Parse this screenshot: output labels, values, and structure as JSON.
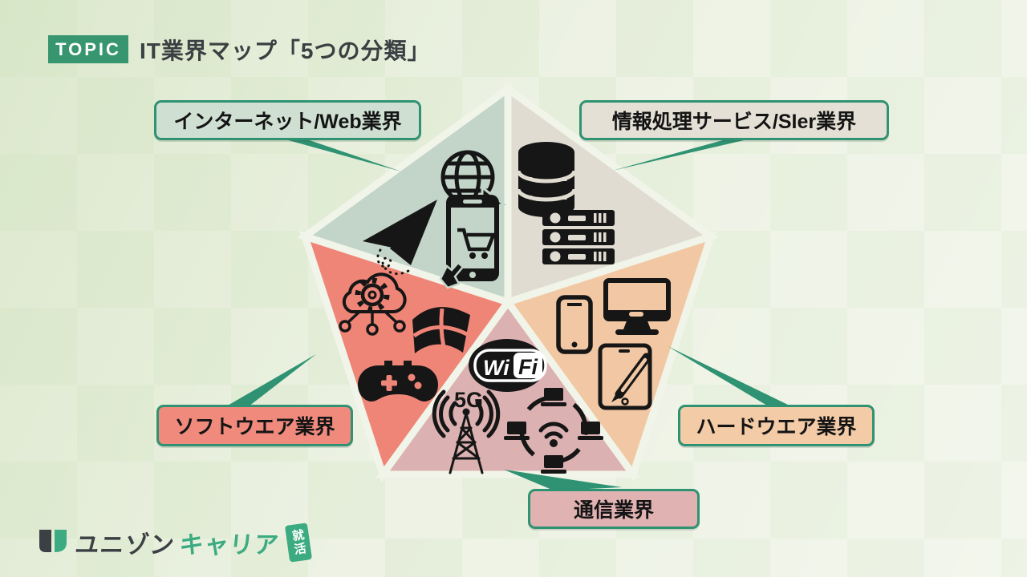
{
  "header": {
    "topic_label": "TOPIC",
    "title": "IT業界マップ「5つの分類」"
  },
  "pentagon": {
    "sectors": [
      {
        "id": "internet",
        "label": "インターネット/Web業界",
        "wedge_color": "#c3d5c9",
        "tag_bg": "#cfe0d3",
        "icons": [
          "globe-cursor",
          "paper-plane",
          "smartphone-shopping"
        ]
      },
      {
        "id": "sier",
        "label": "情報処理サービス/SIer業界",
        "wedge_color": "#e1dcd1",
        "tag_bg": "#e4e0d5",
        "icons": [
          "database",
          "server-rack"
        ]
      },
      {
        "id": "hardware",
        "label": "ハードウエア業界",
        "wedge_color": "#f1c8a3",
        "tag_bg": "#f3cba7",
        "icons": [
          "smartphone",
          "desktop-monitor",
          "tablet-pen"
        ]
      },
      {
        "id": "telecom",
        "label": "通信業界",
        "wedge_color": "#dcb1b1",
        "tag_bg": "#e1b2b2",
        "icons": [
          "wifi-logo",
          "5g-tower",
          "device-network"
        ]
      },
      {
        "id": "software",
        "label": "ソフトウエア業界",
        "wedge_color": "#ef8577",
        "tag_bg": "#ef8a7d",
        "icons": [
          "cloud-gear",
          "windows-flag",
          "game-controller"
        ]
      }
    ],
    "wifi": {
      "wi": "Wi",
      "fi": "Fi"
    },
    "five_g": "5G"
  },
  "footer": {
    "brand_dark": "ユニゾン",
    "brand_green": "キャリア",
    "badge": "就活"
  },
  "colors": {
    "accent_green": "#2f9272",
    "topic_badge_green": "#37966f",
    "logo_green": "#3cab82",
    "background": "#e9efdd",
    "separator": "#f1f4e8",
    "icon_black": "#161616",
    "title_text": "#3a3f42"
  }
}
